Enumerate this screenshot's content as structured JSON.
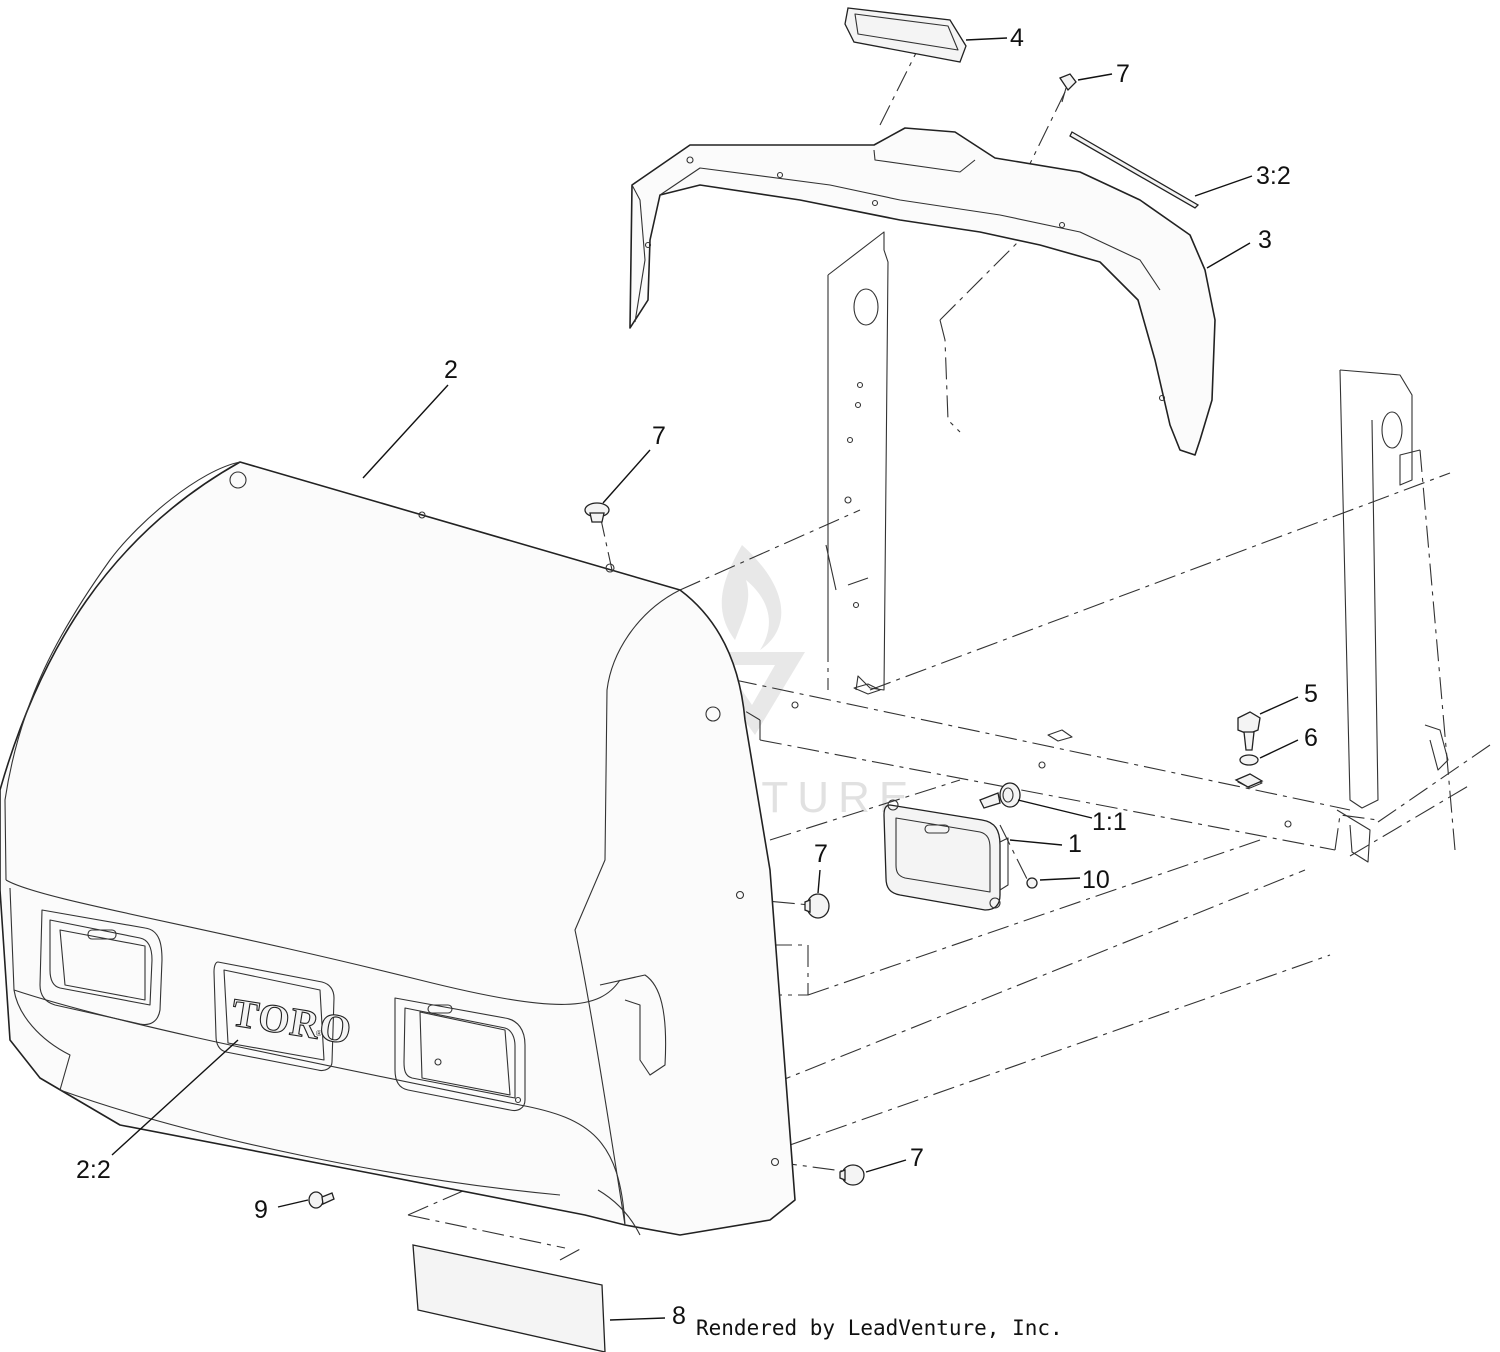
{
  "footer": "Rendered by LeadVenture, Inc.",
  "watermark": {
    "text": "LEADVENTURE",
    "color": "#c9c9c9"
  },
  "badge_text": "TORO",
  "callouts": [
    {
      "id": "c-4",
      "label": "4"
    },
    {
      "id": "c-7a",
      "label": "7"
    },
    {
      "id": "c-3-2",
      "label": "3:2"
    },
    {
      "id": "c-3",
      "label": "3"
    },
    {
      "id": "c-2",
      "label": "2"
    },
    {
      "id": "c-7b",
      "label": "7"
    },
    {
      "id": "c-5",
      "label": "5"
    },
    {
      "id": "c-6",
      "label": "6"
    },
    {
      "id": "c-1-1",
      "label": "1:1"
    },
    {
      "id": "c-1",
      "label": "1"
    },
    {
      "id": "c-7c",
      "label": "7"
    },
    {
      "id": "c-10",
      "label": "10"
    },
    {
      "id": "c-2-2",
      "label": "2:2"
    },
    {
      "id": "c-7d",
      "label": "7"
    },
    {
      "id": "c-9",
      "label": "9"
    },
    {
      "id": "c-8",
      "label": "8"
    }
  ]
}
